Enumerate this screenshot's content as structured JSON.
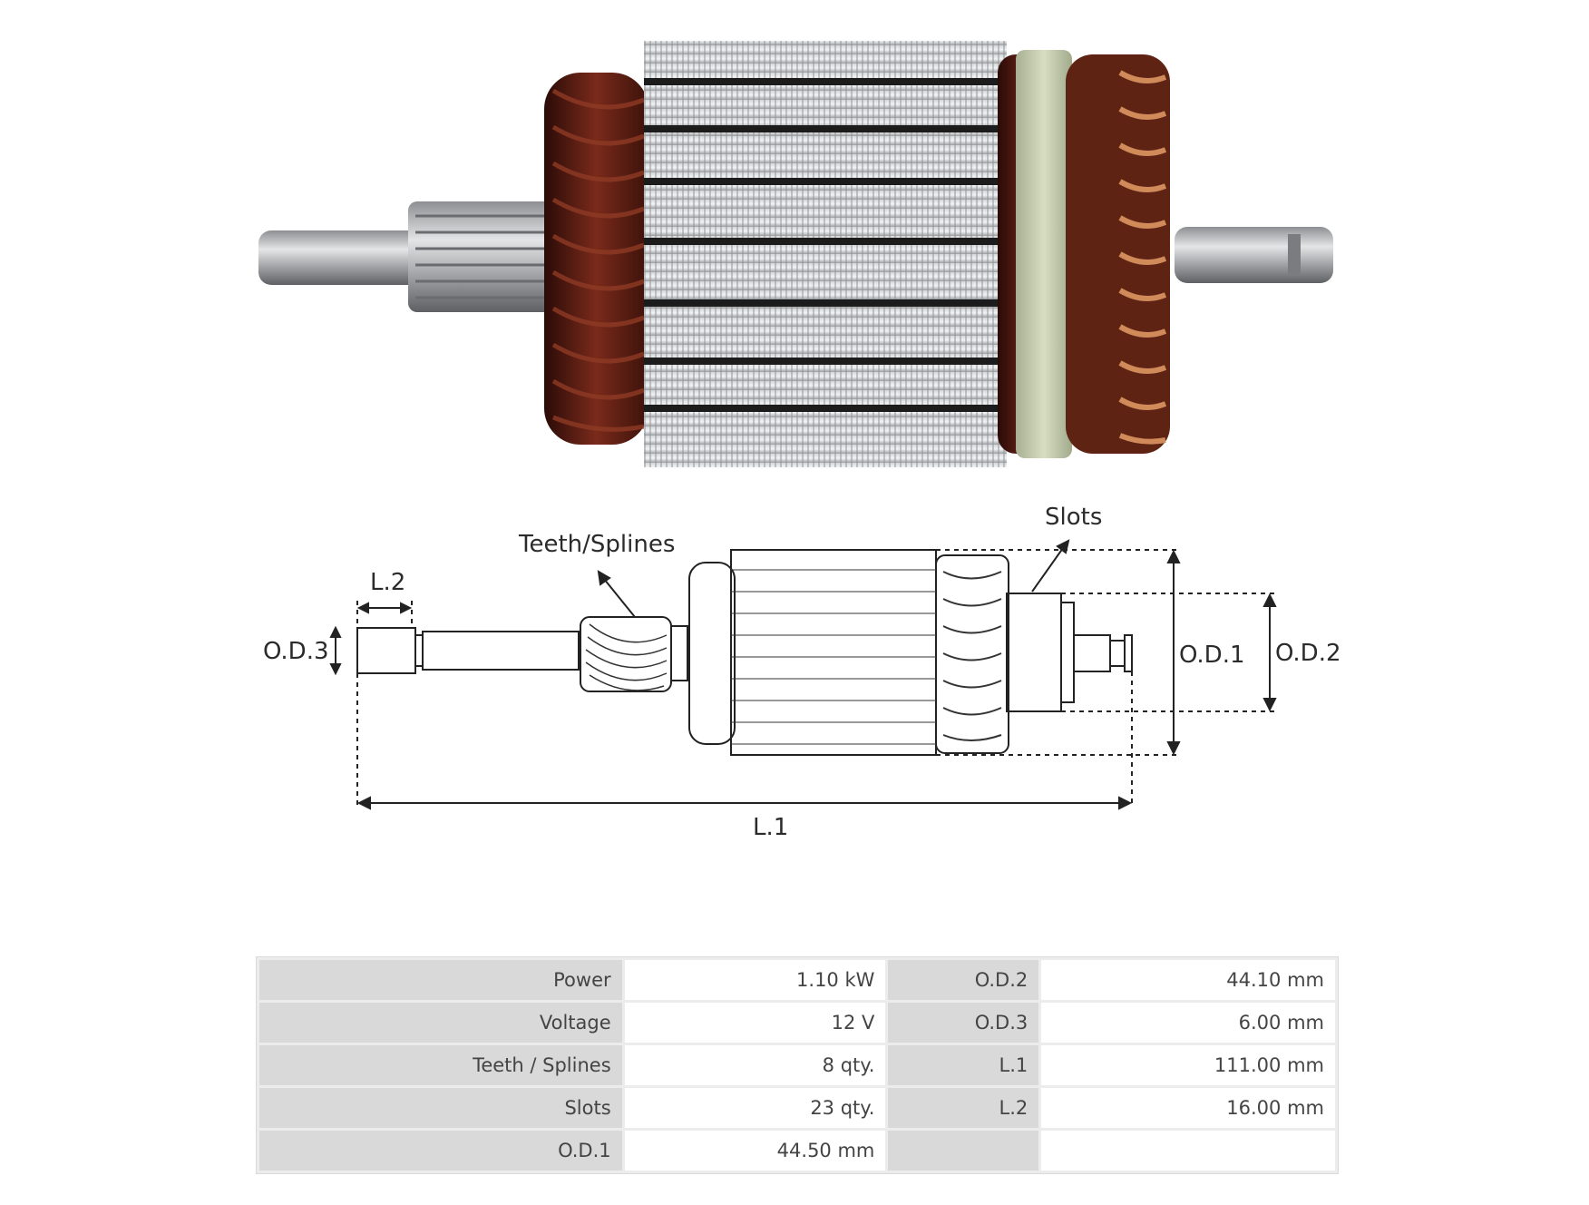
{
  "diagram": {
    "labels": {
      "teeth_splines": "Teeth/Splines",
      "slots": "Slots",
      "l2": "L.2",
      "od3": "O.D.3",
      "od1": "O.D.1",
      "od2": "O.D.2",
      "l1": "L.1"
    }
  },
  "specs": {
    "rows": [
      {
        "label1": "Power",
        "value1": "1.10 kW",
        "label2": "O.D.2",
        "value2": "44.10 mm"
      },
      {
        "label1": "Voltage",
        "value1": "12 V",
        "label2": "O.D.3",
        "value2": "6.00 mm"
      },
      {
        "label1": "Teeth / Splines",
        "value1": "8 qty.",
        "label2": "L.1",
        "value2": "111.00 mm"
      },
      {
        "label1": "Slots",
        "value1": "23 qty.",
        "label2": "L.2",
        "value2": "16.00 mm"
      },
      {
        "label1": "O.D.1",
        "value1": "44.50 mm",
        "label2": "",
        "value2": ""
      }
    ]
  },
  "colors": {
    "copper_dark": "#5a1f14",
    "copper": "#b5673c",
    "steel": "#b9bcc0",
    "band": "#c9d1b5"
  }
}
